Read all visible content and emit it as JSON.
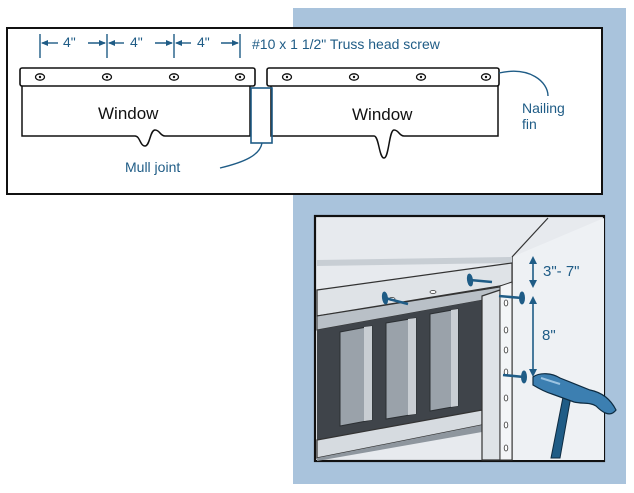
{
  "colors": {
    "panel_blue": "#a9c3dc",
    "accent_blue": "#1f5c86",
    "outline": "#111111",
    "frame_gray": "#d9dde2",
    "shadow_gray": "#555a60"
  },
  "top_diagram": {
    "spacing_labels": [
      "4\"",
      "4\"",
      "4\""
    ],
    "screw_label": "#10 x 1 1/2\" Truss head screw",
    "window_left_label": "Window",
    "window_right_label": "Window",
    "mull_joint_label": "Mull joint",
    "nailing_fin_label_line1": "Nailing",
    "nailing_fin_label_line2": "fin"
  },
  "bottom_diagram": {
    "top_spacing_label": "3\"- 7\"",
    "nail_spacing_label": "8\"",
    "icons": [
      "hammer-icon",
      "nail-icon"
    ]
  }
}
